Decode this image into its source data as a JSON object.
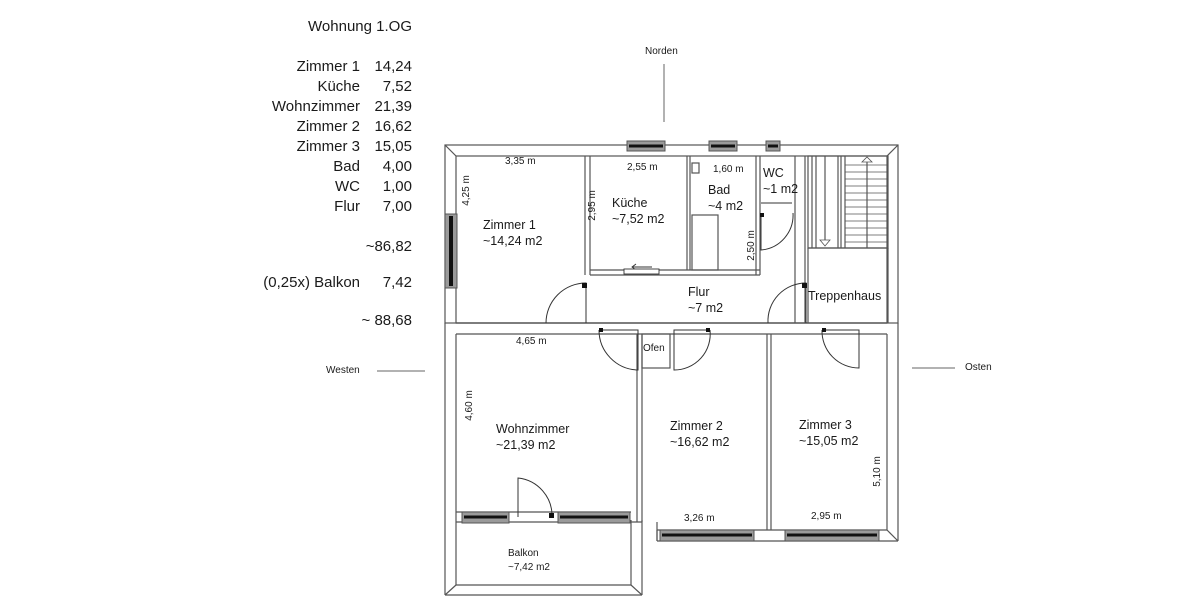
{
  "summary": {
    "title": "Wohnung 1.OG",
    "rows": [
      {
        "label": "Zimmer 1",
        "value": "14,24"
      },
      {
        "label": "Küche",
        "value": "7,52"
      },
      {
        "label": "Wohnzimmer",
        "value": "21,39"
      },
      {
        "label": "Zimmer 2",
        "value": "16,62"
      },
      {
        "label": "Zimmer 3",
        "value": "15,05"
      },
      {
        "label": "Bad",
        "value": "4,00"
      },
      {
        "label": "WC",
        "value": "1,00"
      },
      {
        "label": "Flur",
        "value": "7,00"
      }
    ],
    "subtotal": "~86,82",
    "balcony": {
      "label": "(0,25x) Balkon",
      "value": "7,42"
    },
    "total": "~ 88,68"
  },
  "compass": {
    "north": "Norden",
    "west": "Westen",
    "east": "Osten"
  },
  "rooms": {
    "zimmer1": {
      "name": "Zimmer 1",
      "area": "~14,24 m2",
      "width": "3,35 m",
      "height": "4,25 m"
    },
    "kueche": {
      "name": "Küche",
      "area": "~7,52 m2",
      "width": "2,55 m",
      "height": "2,95 m"
    },
    "bad": {
      "name": "Bad",
      "area": "~4 m2",
      "width": "1,60 m",
      "height": "2,50 m"
    },
    "wc": {
      "name": "WC",
      "area": "~1 m2"
    },
    "treppenhaus": {
      "name": "Treppenhaus"
    },
    "flur": {
      "name": "Flur",
      "area": "~7 m2"
    },
    "ofen": {
      "name": "Ofen"
    },
    "wohnzimmer": {
      "name": "Wohnzimmer",
      "area": "~21,39 m2",
      "width": "4,65 m",
      "height": "4,60 m"
    },
    "zimmer2": {
      "name": "Zimmer 2",
      "area": "~16,62 m2",
      "width": "3,26 m"
    },
    "zimmer3": {
      "name": "Zimmer 3",
      "area": "~15,05 m2",
      "width": "2,95 m",
      "height": "5,10 m"
    },
    "balkon": {
      "name": "Balkon",
      "area": "~7,42 m2"
    }
  },
  "colors": {
    "wall": "#555555",
    "window_fill": "#9a9a9a",
    "window_glass": "#111111",
    "text": "#1a1a1a"
  }
}
